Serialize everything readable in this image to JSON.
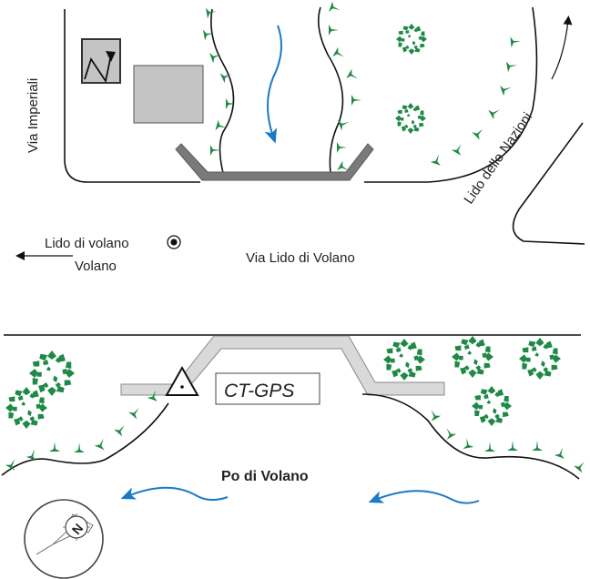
{
  "map": {
    "title": "Site map – CT-GPS station on Po di Volano",
    "colors": {
      "vegetation": "#1e8a45",
      "water_arrow": "#1a7ac4",
      "road_line": "#111111",
      "building_fill": "#c4c4c4",
      "bridge_fill": "#7a7a7a",
      "path_fill": "#d9d9d9"
    },
    "labels": {
      "via_imperiali": "Via Imperiali",
      "lido_delle_nazioni": "Lido delle Nazioni",
      "lido_di_volano": "Lido di volano",
      "volano": "Volano",
      "via_lido_di_volano": "Via Lido di Volano",
      "station": "CT-GPS",
      "river": "Po di Volano",
      "compass": "N"
    },
    "symbols": {
      "station_marker": "triangle-benchmark",
      "town_marker": "circle-dot",
      "compass": "north-arrow-compass",
      "tree": "tree-canopy",
      "embankment": "embankment-hachure",
      "flow": "water-flow-arrow",
      "direction": "direction-arrow"
    }
  }
}
